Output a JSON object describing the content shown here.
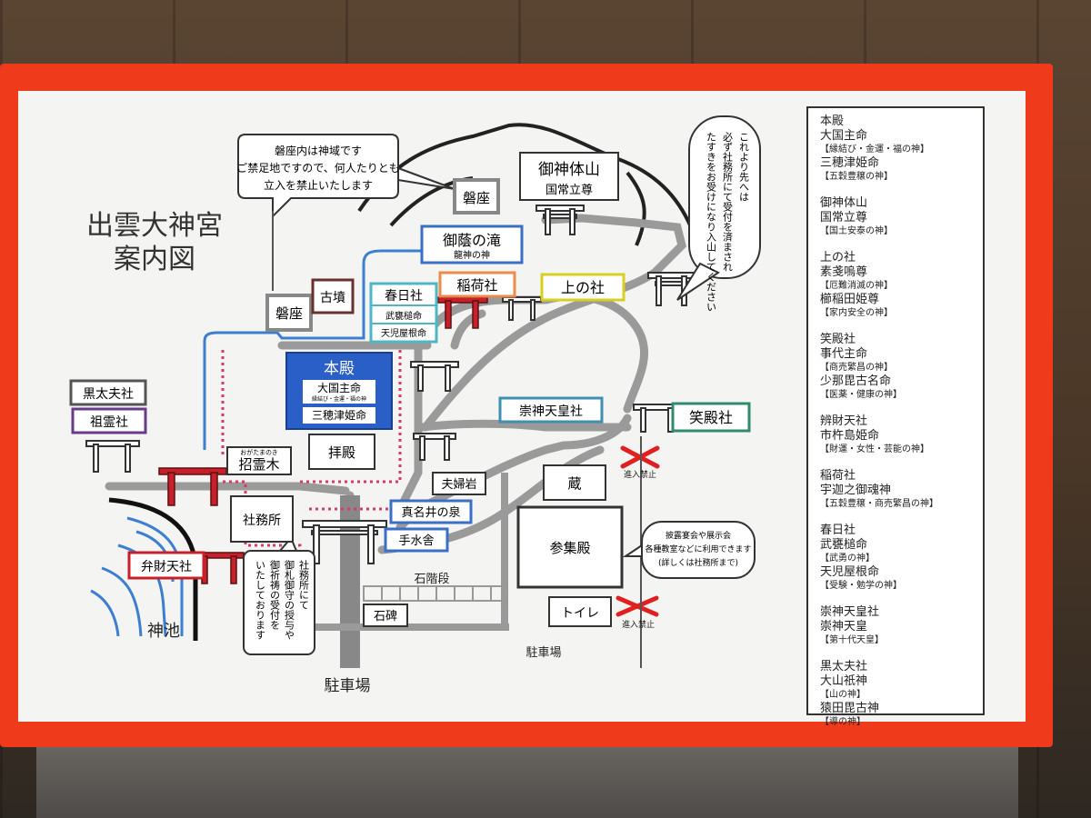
{
  "title": {
    "line1": "出雲大神宮",
    "line2": "案内図"
  },
  "notices": {
    "iwakura": [
      "磐座内は神域です",
      "ご禁足地ですので、何人たりとも",
      "立入を禁止いたします"
    ],
    "entry": [
      "これより先へは",
      "必ず社務所にて受付を済まされ",
      "たすきをお受けになり入山してください"
    ],
    "shamusho": [
      "社務所にて",
      "御札御守の授与や",
      "御祈祷の受付を",
      "いたしております"
    ],
    "sanshuden": [
      "披露宴会や展示会",
      "各種教室などに利用できます",
      "(詳しくは社務所まで)"
    ]
  },
  "places": {
    "goshintaisan": "御神体山",
    "kunitokotachi": "国常立尊",
    "iwakura_top": "磐座",
    "iwakura_left": "磐座",
    "mikage_falls": "御蔭の滝",
    "mikage_sub": "龍神の神",
    "kofun": "古墳",
    "kasuga": "春日社",
    "kasuga_d1": "武甕槌命",
    "kasuga_d2": "天児屋根命",
    "inari": "稲荷社",
    "kaminoyashiro": "上の社",
    "honden": "本殿",
    "honden_d1": "大国主命",
    "honden_d1_sub": "縁結び・金運・福の神",
    "honden_d2": "三穂津姫命",
    "kuroday": "黒太夫社",
    "sorei": "祖霊社",
    "shoreiboku_ruby": "おがたまのき",
    "shoreiboku": "招霊木",
    "haiden": "拝殿",
    "sujin": "崇神天皇社",
    "waraidono": "笑殿社",
    "meoto": "夫婦岩",
    "manai": "真名井の泉",
    "temizuya": "手水舎",
    "shamusho": "社務所",
    "benzaiten": "弁財天社",
    "shinchi": "神池",
    "kura": "蔵",
    "sanshuden": "参集殿",
    "toilet": "トイレ",
    "ishidan": "石階段",
    "sekihi": "石碑",
    "parking_main": "駐車場",
    "parking_sub": "駐車場",
    "no_entry": "進入禁止"
  },
  "legend": [
    {
      "name": "本殿",
      "items": [
        {
          "deity": "大国主命",
          "blessing": "【縁結び・金運・福の神】"
        },
        {
          "deity": "三穂津姫命",
          "blessing": "【五穀豊穣の神】"
        }
      ]
    },
    {
      "name": "御神体山",
      "items": [
        {
          "deity": "国常立尊",
          "blessing": "【国土安泰の神】"
        }
      ]
    },
    {
      "name": "上の社",
      "items": [
        {
          "deity": "素戔嗚尊",
          "blessing": "【厄難消滅の神】"
        },
        {
          "deity": "櫛稲田姫尊",
          "blessing": "【家内安全の神】"
        }
      ]
    },
    {
      "name": "笑殿社",
      "items": [
        {
          "deity": "事代主命",
          "blessing": "【商売繁昌の神】"
        },
        {
          "deity": "少那毘古名命",
          "blessing": "【医薬・健康の神】"
        }
      ]
    },
    {
      "name": "辨財天社",
      "items": [
        {
          "deity": "市杵島姫命",
          "blessing": "【財運・女性・芸能の神】"
        }
      ]
    },
    {
      "name": "稲荷社",
      "items": [
        {
          "deity": "宇迦之御魂神",
          "blessing": "【五穀豊穣・商売繁昌の神】"
        }
      ]
    },
    {
      "name": "春日社",
      "items": [
        {
          "deity": "武甕槌命",
          "blessing": "【武勇の神】"
        },
        {
          "deity": "天児屋根命",
          "blessing": "【受験・勉学の神】"
        }
      ]
    },
    {
      "name": "崇神天皇社",
      "items": [
        {
          "deity": "崇神天皇",
          "blessing": "【第十代天皇】"
        }
      ]
    },
    {
      "name": "黒太夫社",
      "items": [
        {
          "deity": "大山祇神",
          "blessing": "【山の神】"
        },
        {
          "deity": "猿田毘古神",
          "blessing": "【導の神】"
        }
      ]
    }
  ],
  "colors": {
    "frame": "#f03a1c",
    "honden": "#2a5fc8",
    "kasuga": "#4fb6c4",
    "inari": "#ee8a4a",
    "kaminoyashiro": "#d8d020",
    "mikage": "#3a6fc8",
    "waraidono": "#2f8a6e",
    "sujin": "#3f8fb0",
    "torii_red": "#c8202a",
    "path": "#9a9a9a",
    "water": "#3c7fd0"
  }
}
